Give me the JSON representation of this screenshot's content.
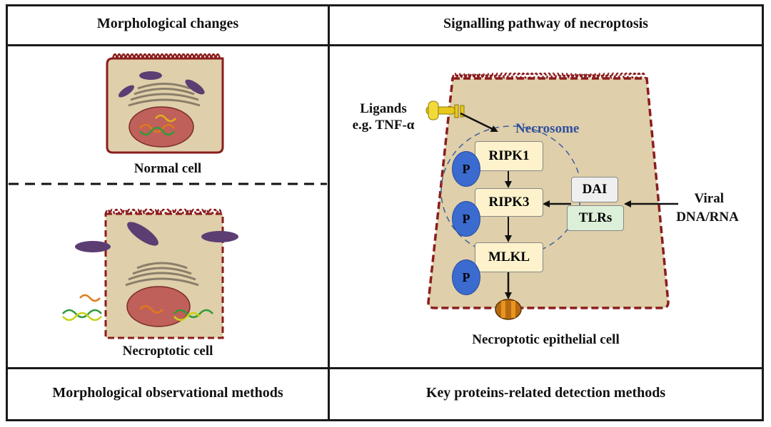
{
  "headers": {
    "left_top": "Morphological changes",
    "right_top": "Signalling pathway of necroptosis",
    "left_bottom": "Morphological observational methods",
    "right_bottom": "Key proteins-related detection methods"
  },
  "left_panel": {
    "normal_cell_label": "Normal cell",
    "necroptotic_cell_label": "Necroptotic cell"
  },
  "right_panel": {
    "ligands_line1": "Ligands",
    "ligands_line2": "e.g. TNF-α",
    "necrosome_label": "Necrosome",
    "nodes": {
      "ripk1": "RIPK1",
      "ripk3": "RIPK3",
      "mlkl": "MLKL",
      "dai": "DAI",
      "tlrs": "TLRs"
    },
    "phospho_label": "P",
    "viral_line1": "Viral",
    "viral_line2": "DNA/RNA",
    "cell_caption": "Necroptotic epithelial cell"
  },
  "colors": {
    "cell_fill": "#dfcfaa",
    "membrane": "#8b1d1d",
    "nucleus": "#c0605a",
    "mitochondria": "#5c3e73",
    "node_fill": "#fdf2cc",
    "tlr_fill": "#dcefd8",
    "dai_fill": "#efefef",
    "phospho": "#3c6bd0",
    "necrosome_text": "#2f4f9e"
  }
}
